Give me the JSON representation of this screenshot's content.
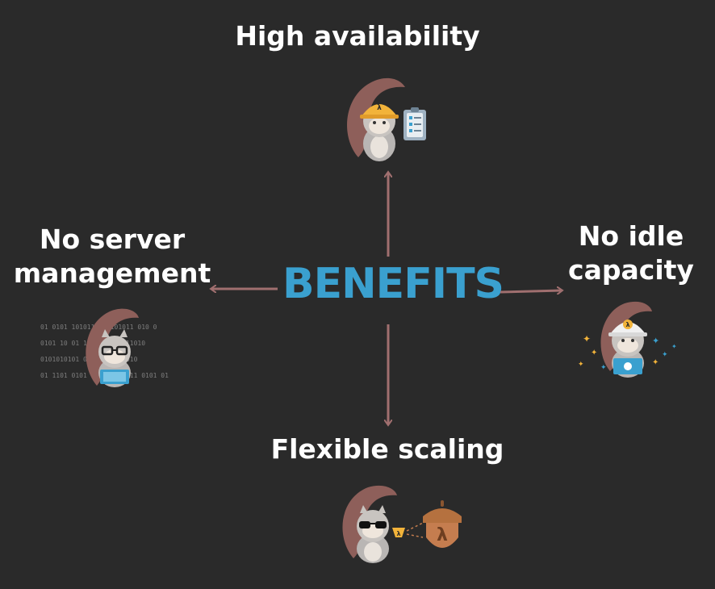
{
  "center": {
    "title": "BENEFITS"
  },
  "benefits": {
    "top": "High availability",
    "left_line1": "No server",
    "left_line2": "management",
    "right_line1": "No idle",
    "right_line2": "capacity",
    "bottom": "Flexible scaling"
  },
  "colors": {
    "background": "#2a2a2a",
    "accent": "#3aa0cf",
    "arrow": "#a06f6f",
    "squirrel_tail": "#8e5f5a",
    "acorn": "#c57d4f"
  },
  "icons": {
    "top": "squirrel-hardhat-checklist-icon",
    "left": "squirrel-glasses-laptop-icon",
    "right": "squirrel-hardhat-sparkles-icon",
    "bottom": "squirrel-sunglasses-acorn-icon",
    "lambda": "lambda-icon"
  },
  "binary_rows": [
    "01 0101 1010110       00101011 010 0",
    "0101 10 01 101         001010111010",
    "  0101010101            0101011110 010",
    "01 1101  0101 1011   0001011 0101 01"
  ]
}
